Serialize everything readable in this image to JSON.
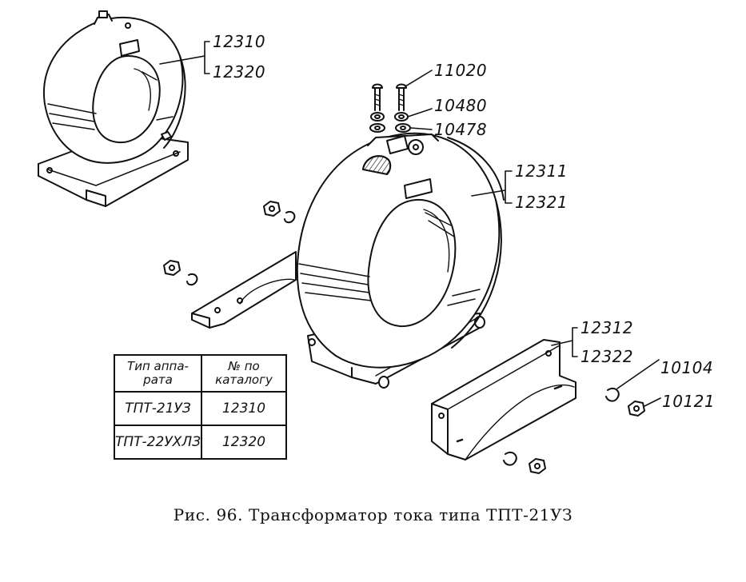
{
  "labels": {
    "p12310": "12310",
    "p12320": "12320",
    "p11020": "11020",
    "p10480": "10480",
    "p10478": "10478",
    "p12311": "12311",
    "p12321": "12321",
    "p12312": "12312",
    "p12322": "12322",
    "p10104": "10104",
    "p10121": "10121"
  },
  "table": {
    "header_type": "Тип аппа-\nрата",
    "header_number": "№ по\nкаталогу",
    "rows": [
      {
        "type": "ТПТ-21УЗ",
        "number": "12310"
      },
      {
        "type": "ТПТ-22УХЛЗ",
        "number": "12320"
      }
    ]
  },
  "caption": "Рис. 96. Трансформатор тока типа ТПТ-21УЗ"
}
